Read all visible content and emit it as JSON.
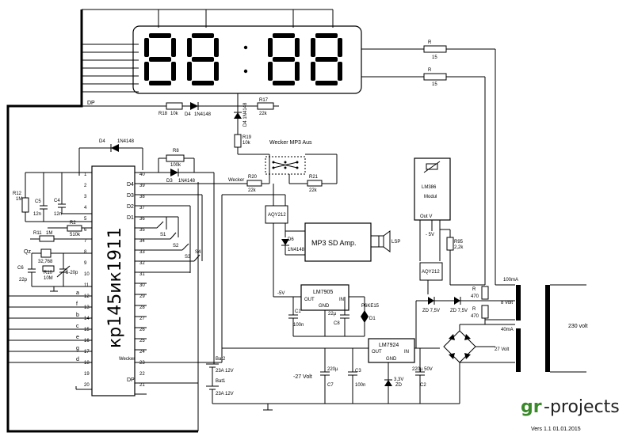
{
  "ic": {
    "name": "кр145ик1911",
    "pins_left": [
      "1",
      "2",
      "3",
      "4",
      "5",
      "6",
      "7",
      "8",
      "9",
      "10",
      "11",
      "12",
      "13",
      "14",
      "15",
      "16",
      "17",
      "18",
      "19",
      "20"
    ],
    "pins_right": [
      "40",
      "39",
      "38",
      "37",
      "36",
      "35",
      "34",
      "33",
      "32",
      "31",
      "30",
      "29",
      "28",
      "27",
      "26",
      "25",
      "24",
      "23",
      "22",
      "21"
    ],
    "labels_right": [
      "D4",
      "D3",
      "D2",
      "D1"
    ],
    "labels_left": [
      "a",
      "f",
      "b",
      "c",
      "e",
      "g",
      "d"
    ],
    "wecker": "Wecker",
    "dp": "DP"
  },
  "display": {
    "dp_label": "DP"
  },
  "components": {
    "r18": "R18",
    "r18v": "10k",
    "d4top": "D4",
    "d4topv": "1N4148",
    "r17": "R17",
    "r17v": "22k",
    "d4v": "D4 1N4148",
    "r19": "R19",
    "r19v": "10k",
    "d4ic": "D4",
    "d4icv": "1N4148",
    "r8": "R8",
    "r8v": "100k",
    "d3": "D3",
    "d3v": "1N4148",
    "r12": "R12",
    "r12v": "1M",
    "c5": "C5",
    "c5v": "12n",
    "c4": "C4",
    "c4v": "12n",
    "r11": "R11",
    "r11v": "1M",
    "r2": "R2",
    "r2v": "510k",
    "qz": "Qz",
    "qzv": "32,768",
    "c6": "C6",
    "c6v": "22p",
    "r10": "R10",
    "r10v": "10M",
    "cv": "5-20p",
    "wecker_switch": "Wecker  MP3   Aus",
    "r20": "R20",
    "r20v": "22k",
    "r21": "R21",
    "r21v": "22k",
    "wecker_line": "Wecker",
    "aqy1": "AQY212",
    "aqy2": "AQY212",
    "d_small": "1N4148",
    "mp3": "MP3 SD Amp.",
    "lsp": "LSP",
    "lm386": "LM386",
    "modul": "Modul",
    "lm386_pins": "Out  V",
    "minus5v": "- 5V",
    "r95": "R95",
    "r95v": "2,2k",
    "r_top1": "R",
    "r_top1v": "15",
    "r_top2": "R",
    "r_top2v": "15",
    "lm7905": "LM7905",
    "lm7905_out": "OUT",
    "lm7905_gnd": "GND",
    "lm7905_in": "IN",
    "five_v": "-5V",
    "c1": "C1",
    "c1v": "100n",
    "c8": "C8",
    "c8v": "22µ",
    "pb": "P6KE15",
    "d1": "D1",
    "lm7924": "LM7924",
    "lm7924_out": "OUT",
    "lm7924_gnd": "GND",
    "lm7924_in": "IN",
    "minus27": "-27 Volt",
    "c7": "C7",
    "c7v": "220µ",
    "c3": "C3",
    "c3v": "100n",
    "zd33": "3,3V",
    "zd33b": "ZD",
    "c2": "C2",
    "c2v": "220µ 50V",
    "zd1": "ZD 7,5V",
    "zd2": "ZD 7,5V",
    "r470a": "R",
    "r470av": "470",
    "r470b": "R",
    "r470bv": "470",
    "i100": "100mA",
    "i40": "40mA",
    "v8": "8 Volt",
    "v27": "27 Volt",
    "v230": "230 volt",
    "bat2": "Bat2",
    "bat2v": "23A 12V",
    "bat1": "Bat1",
    "bat1v": "23A 12V"
  },
  "logo": {
    "part1": "gr",
    "part2": "-projects"
  },
  "version": "Vers 1.1 01.01.2015"
}
